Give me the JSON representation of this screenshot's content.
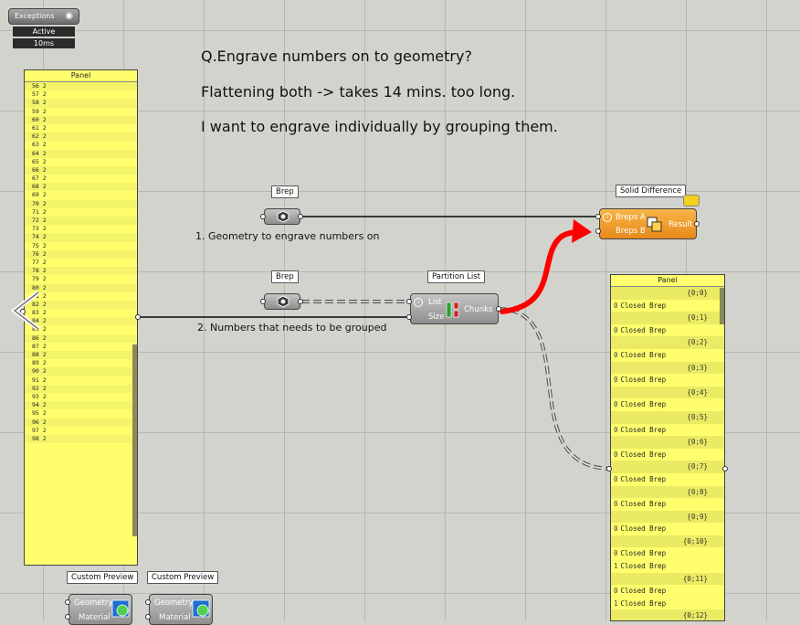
{
  "notes": {
    "question": "Q.Engrave numbers on to geometry?",
    "line2": "Flattening both -> takes 14 mins. too long.",
    "line3": "I want to engrave individually by grouping them."
  },
  "exceptions_widget": {
    "title": "Exceptions",
    "status": "Active",
    "time": "10ms"
  },
  "labels": {
    "geometry": "1. Geometry to engrave numbers on",
    "numbers": "2. Numbers that needs to be grouped"
  },
  "components": {
    "brep1": {
      "tag": "Brep"
    },
    "brep2": {
      "tag": "Brep"
    },
    "partition": {
      "tag": "Partition List",
      "inputs": [
        "List",
        "Size"
      ],
      "output": "Chunks"
    },
    "solid_difference": {
      "tag": "Solid Difference",
      "inputs": [
        "Breps A",
        "Breps B"
      ],
      "output": "Result"
    },
    "custom_preview_1": {
      "tag": "Custom Preview",
      "inputs": [
        "Geometry",
        "Material"
      ]
    },
    "custom_preview_2": {
      "tag": "Custom Preview",
      "inputs": [
        "Geometry",
        "Material"
      ]
    }
  },
  "left_panel": {
    "title": "Panel",
    "rows": [
      "56 2",
      "57 2",
      "58 2",
      "59 2",
      "60 2",
      "61 2",
      "62 2",
      "63 2",
      "64 2",
      "65 2",
      "66 2",
      "67 2",
      "68 2",
      "69 2",
      "70 2",
      "71 2",
      "72 2",
      "73 2",
      "74 2",
      "75 2",
      "76 2",
      "77 2",
      "78 2",
      "79 2",
      "80 2",
      "81 2",
      "82 2",
      "83 2",
      "84 2",
      "85 2",
      "86 2",
      "87 2",
      "88 2",
      "89 2",
      "90 2",
      "91 2",
      "92 2",
      "93 2",
      "94 2",
      "95 2",
      "96 2",
      "97 2",
      "98 2"
    ]
  },
  "right_panel": {
    "title": "Panel",
    "branches": [
      {
        "path": "{0;0}",
        "items": [
          "Closed Brep"
        ]
      },
      {
        "path": "{0;1}",
        "items": [
          "Closed Brep"
        ]
      },
      {
        "path": "{0;2}",
        "items": [
          "Closed Brep"
        ]
      },
      {
        "path": "{0;3}",
        "items": [
          "Closed Brep"
        ]
      },
      {
        "path": "{0;4}",
        "items": [
          "Closed Brep"
        ]
      },
      {
        "path": "{0;5}",
        "items": [
          "Closed Brep"
        ]
      },
      {
        "path": "{0;6}",
        "items": [
          "Closed Brep"
        ]
      },
      {
        "path": "{0;7}",
        "items": [
          "Closed Brep"
        ]
      },
      {
        "path": "{0;8}",
        "items": [
          "Closed Brep"
        ]
      },
      {
        "path": "{0;9}",
        "items": [
          "Closed Brep"
        ]
      },
      {
        "path": "{0;10}",
        "items": [
          "Closed Brep",
          "Closed Brep"
        ]
      },
      {
        "path": "{0;11}",
        "items": [
          "Closed Brep",
          "Closed Brep"
        ]
      },
      {
        "path": "{0;12}",
        "items": []
      }
    ]
  },
  "colors": {
    "panel": "#ffff6e",
    "solid_difference": "#f5a623",
    "annotation_arrow": "#ff0000",
    "canvas": "#d3d3ce"
  }
}
